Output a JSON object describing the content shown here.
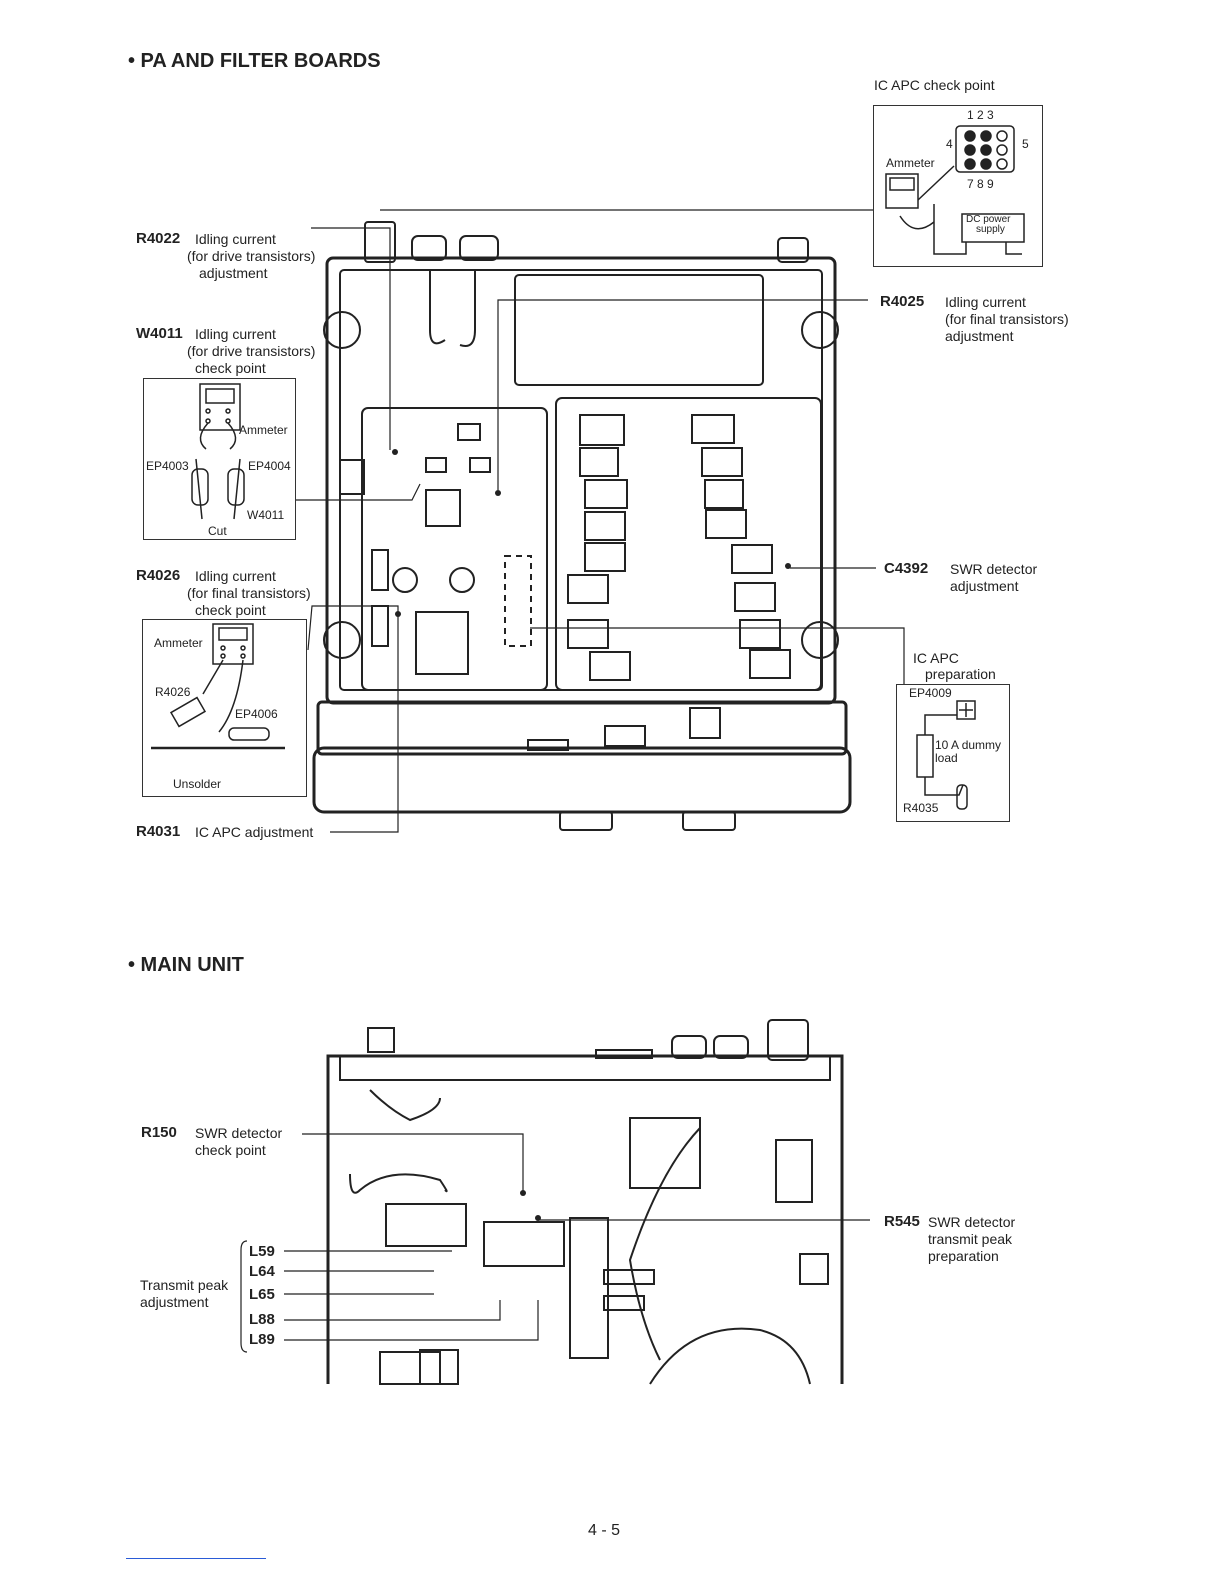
{
  "section_pa": {
    "title": "• PA AND FILTER BOARDS",
    "r4022": {
      "ref": "R4022",
      "lines": [
        "Idling current",
        "(for drive transistors)",
        "adjustment"
      ]
    },
    "w4011": {
      "ref": "W4011",
      "lines": [
        "Idling current",
        "(for drive transistors)",
        "check point"
      ]
    },
    "r4026": {
      "ref": "R4026",
      "lines": [
        "Idling current",
        "(for final transistors)",
        "check point"
      ]
    },
    "r4031": {
      "ref": "R4031",
      "desc": "IC APC adjustment"
    },
    "r4025": {
      "ref": "R4025",
      "lines": [
        "Idling current",
        "(for final transistors)",
        "adjustment"
      ]
    },
    "c4392": {
      "ref": "C4392",
      "lines": [
        "SWR detector",
        "adjustment"
      ]
    },
    "ic_apc_check": {
      "title": "IC APC check point",
      "pins_top": "1  2  3",
      "pin4": "4",
      "pin5": "5",
      "pins_bottom": "7  8  9",
      "ammeter": "Ammeter",
      "dc_power": "DC power",
      "supply": "supply"
    },
    "ic_apc_prep": {
      "lines": [
        "IC APC",
        "preparation"
      ],
      "ep": "EP4009",
      "load": "10 A dummy",
      "load2": "load",
      "r": "R4035"
    },
    "w4011_inset": {
      "ammeter": "Ammeter",
      "ep1": "EP4003",
      "ep2": "EP4004",
      "w": "W4011",
      "cut": "Cut"
    },
    "r4026_inset": {
      "ammeter": "Ammeter",
      "r": "R4026",
      "ep": "EP4006",
      "unsolder": "Unsolder"
    }
  },
  "section_main": {
    "title": "• MAIN UNIT",
    "r150": {
      "ref": "R150",
      "lines": [
        "SWR detector",
        "check point"
      ]
    },
    "r545": {
      "ref": "R545",
      "lines": [
        "SWR detector",
        "transmit peak",
        "preparation"
      ]
    },
    "transmit_peak": {
      "lines": [
        "Transmit peak",
        "adjustment"
      ]
    },
    "coils": [
      "L59",
      "L64",
      "L65",
      "L88",
      "L89"
    ]
  },
  "footer": {
    "page": "4 - 5"
  }
}
